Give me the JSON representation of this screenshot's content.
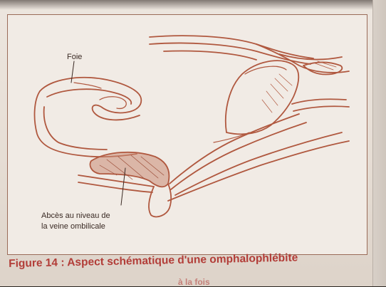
{
  "figure": {
    "labels": {
      "liver": "Foie",
      "abscess_line1": "Abcès au niveau de",
      "abscess_line2": "la veine ombilicale"
    },
    "caption": "Figure 14 : Aspect schématique d'une omphalophlébite",
    "caption_tail": "à la fois"
  },
  "colors": {
    "outline": "#b0583f",
    "abscess_fill": "#c98a74",
    "caption_red": "#b23d38",
    "frame_border": "#9a6b58"
  }
}
